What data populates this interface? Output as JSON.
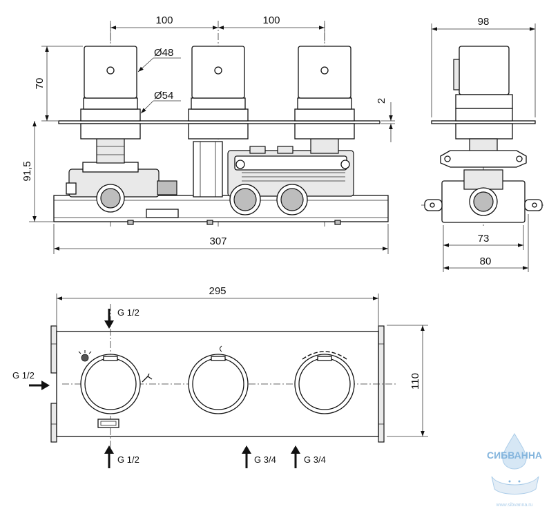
{
  "dimensions": {
    "spacing_left": "100",
    "spacing_right": "100",
    "side_width": "98",
    "knob_height": "70",
    "knob_diameter": "Ø48",
    "rosette_diameter": "Ø54",
    "plate_thickness": "2",
    "body_depth": "91,5",
    "overall_length": "307",
    "side_inner": "73",
    "side_outer": "80",
    "plate_length": "295",
    "plate_height": "110"
  },
  "connections": {
    "top_inlet": "G 1/2",
    "left_inlet": "G 1/2",
    "bottom_outlet": "G 1/2",
    "outlet_a": "G 3/4",
    "outlet_b": "G 3/4"
  },
  "watermark": {
    "brand": "СИБВАННА",
    "url": "www.sibvanna.ru"
  }
}
